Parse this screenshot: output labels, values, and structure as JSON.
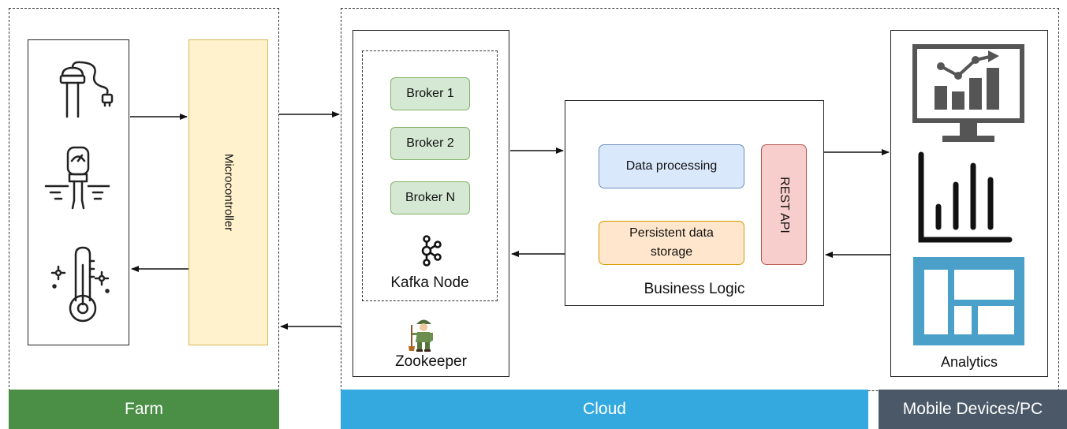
{
  "farm": {
    "band_label": "Farm",
    "microcontroller_label": "Microcontroller",
    "sensors": [
      "soil-moisture-sensor-icon",
      "soil-probe-sensor-icon",
      "thermometer-icon"
    ]
  },
  "cloud": {
    "band_label": "Cloud",
    "brokers": [
      "Broker 1",
      "Broker 2",
      "Broker N"
    ],
    "kafka_label": "Kafka Node",
    "zookeeper_label": "Zookeeper",
    "business_logic": {
      "title": "Business Logic",
      "data_processing": "Data processing",
      "storage_line1": "Persistent data",
      "storage_line2": "storage",
      "rest_api": "REST API"
    }
  },
  "devices": {
    "band_label": "Mobile Devices/PC",
    "analytics_label": "Analytics"
  },
  "colors": {
    "farm_band": "#4a8f45",
    "cloud_band": "#33a9e0",
    "devices_band": "#4a5868",
    "microcontroller_fill": "#fff2cc",
    "broker_fill": "#d5e8d4",
    "processing_fill": "#dae8fc",
    "storage_fill": "#ffe6cc",
    "rest_fill": "#f8cecc",
    "dashboard_blue": "#4aa0c9",
    "monitor_gray": "#555555"
  }
}
